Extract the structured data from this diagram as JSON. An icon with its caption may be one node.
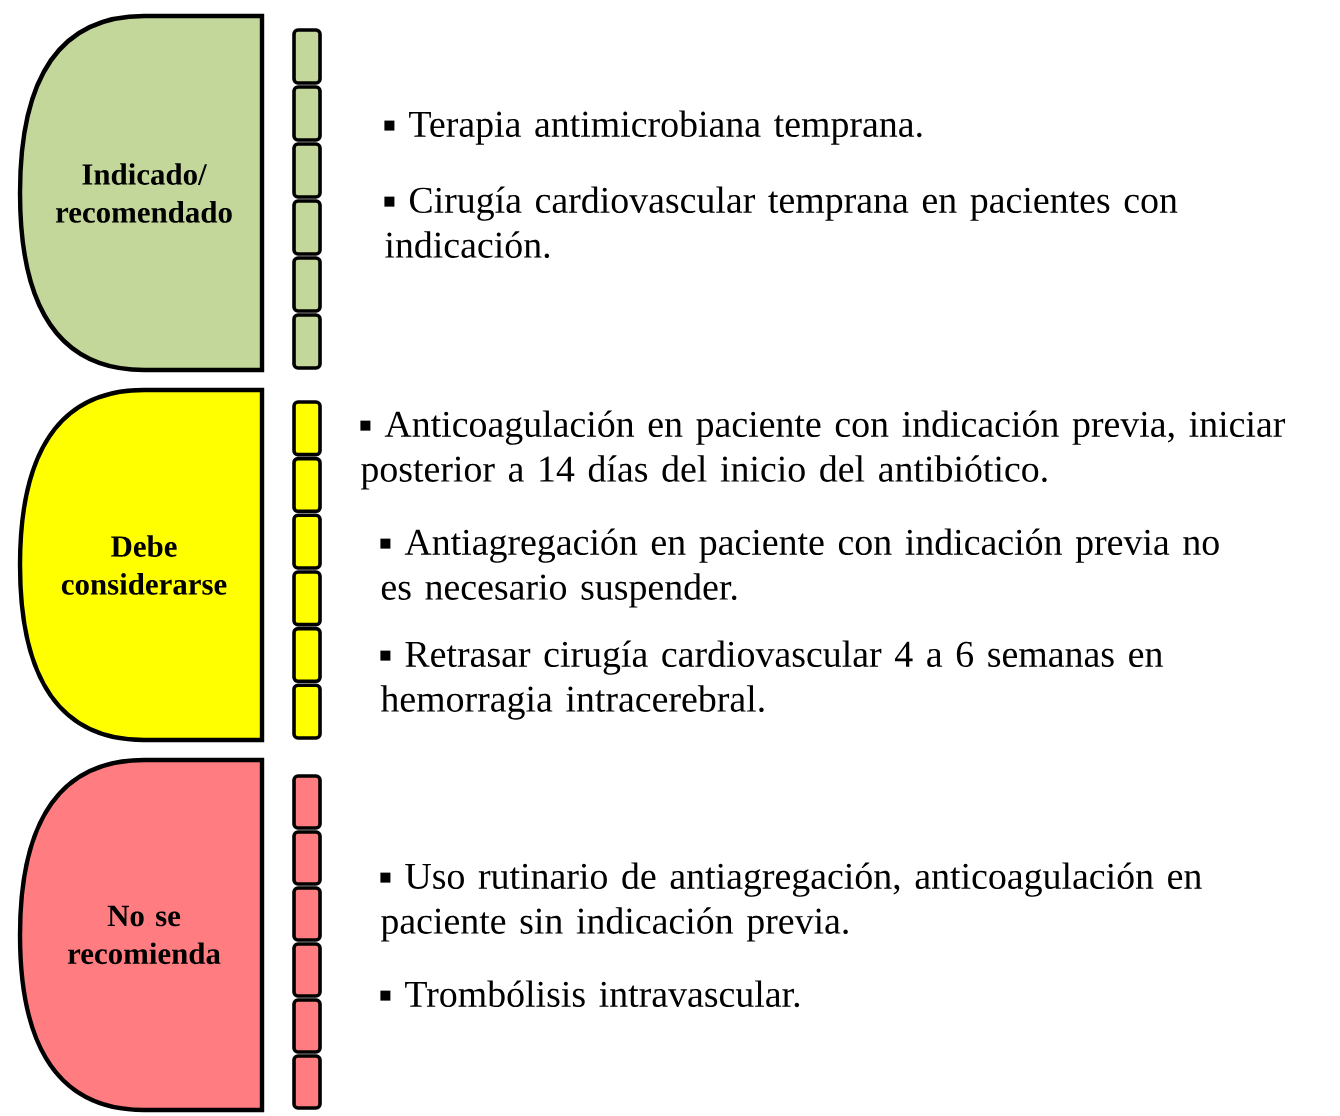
{
  "diagram": {
    "nodes": [
      {
        "text": [
          "Indicado/ recomendado"
        ]
      },
      {
        "text": [
          "Debe considerarse"
        ]
      },
      {
        "text": [
          "No se recomienda"
        ]
      }
    ],
    "labels": [
      "Terapia antimicrobiana temprana.",
      "Cirugía cardiovascular temprana en pacientes con indicación.",
      "Anticoagulación en paciente con indicación previa, iniciar posterior a 14 días del inicio del antibiótico.",
      "Antiagregación en paciente con indicación previa no es necesario suspender.",
      "Retrasar cirugía cardiovascular 4 a 6 semanas en hemorragia intracerebral.",
      "Uso rutinario de antiagregación, anticoagulación en paciente sin indicación previa.",
      "Trombólisis intravascular."
    ]
  }
}
